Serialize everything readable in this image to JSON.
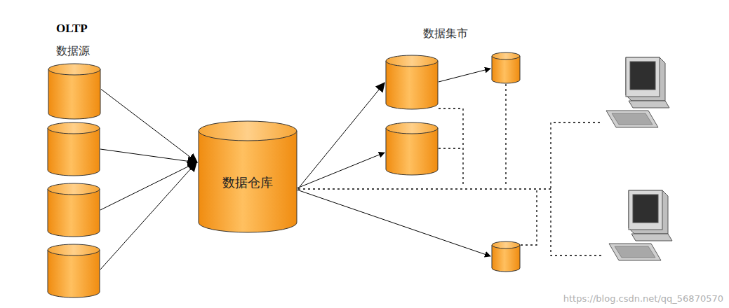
{
  "diagram": {
    "nodes": [
      {
        "text": [
          "OLTP",
          "数据源"
        ]
      },
      {
        "text": [
          "数据仓库"
        ]
      },
      {
        "text": [
          "数据集市"
        ]
      }
    ],
    "edges": [
      {
        "from": 0,
        "to": 1,
        "arrow": "to"
      },
      {
        "from": 1,
        "to": 2,
        "arrow": "to"
      }
    ],
    "labels": [
      "https://blog.csdn.net/qq_56870570"
    ]
  }
}
